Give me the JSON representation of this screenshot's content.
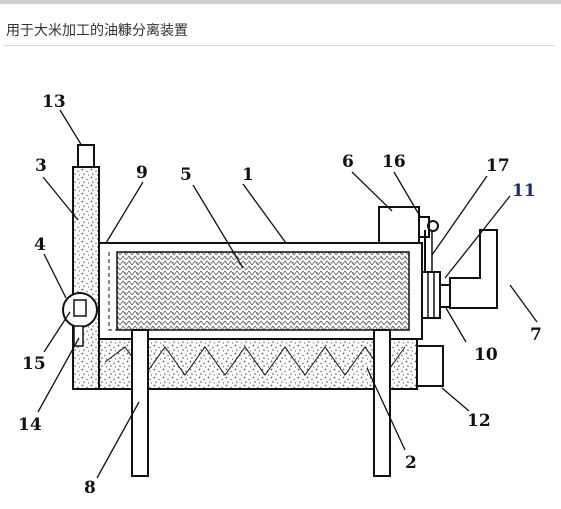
{
  "page_title": "用于大米加工的油糠分离装置",
  "figure_labels": {
    "l1": "1",
    "l2": "2",
    "l3": "3",
    "l4": "4",
    "l5": "5",
    "l6": "6",
    "l7": "7",
    "l8": "8",
    "l9": "9",
    "l10": "10",
    "l11": "11",
    "l12": "12",
    "l13": "13",
    "l14": "14",
    "l15": "15",
    "l16": "16",
    "l17": "17"
  },
  "colors": {
    "line": "#111111",
    "label_11": "#1b2d6b",
    "fill_texture": "#6a6a6a"
  }
}
